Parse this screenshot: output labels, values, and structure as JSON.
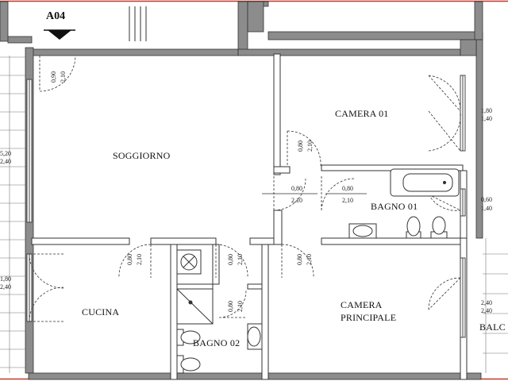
{
  "unit": {
    "code": "A04"
  },
  "rooms": {
    "soggiorno": "SOGGIORNO",
    "camera01": "CAMERA 01",
    "bagno01": "BAGNO 01",
    "cucina": "CUCINA",
    "bagno02": "BAGNO 02",
    "camera_principale_l1": "CAMERA",
    "camera_principale_l2": "PRINCIPALE",
    "balcone_partial": "BALC"
  },
  "dimensions": {
    "entry_w": "0,90",
    "entry_h": "2,10",
    "left_win_w": "5,20",
    "left_win_h": "2,40",
    "cam01_win_w": "1,80",
    "cam01_win_h": "1,40",
    "hall_door_w": "0,80",
    "hall_door_h": "2,10",
    "hall_left_w": "0,80",
    "hall_left_h": "2,10",
    "hall_right_w": "0,80",
    "hall_right_h": "2,10",
    "bagno01_win_w": "0,60",
    "bagno01_win_h": "1,40",
    "kitchen_door_w": "0,80",
    "kitchen_door_h": "2,10",
    "bath02_door_w": "0,80",
    "bath02_door_h": "2,10",
    "bath02_inner_w": "0,80",
    "bath02_inner_h": "2,10",
    "camprinc_door_w": "0,80",
    "camprinc_door_h": "2,10",
    "cucina_win_w": "1,80",
    "cucina_win_h": "2,40",
    "camprinc_win_w": "2,40",
    "camprinc_win_h": "2,40"
  }
}
